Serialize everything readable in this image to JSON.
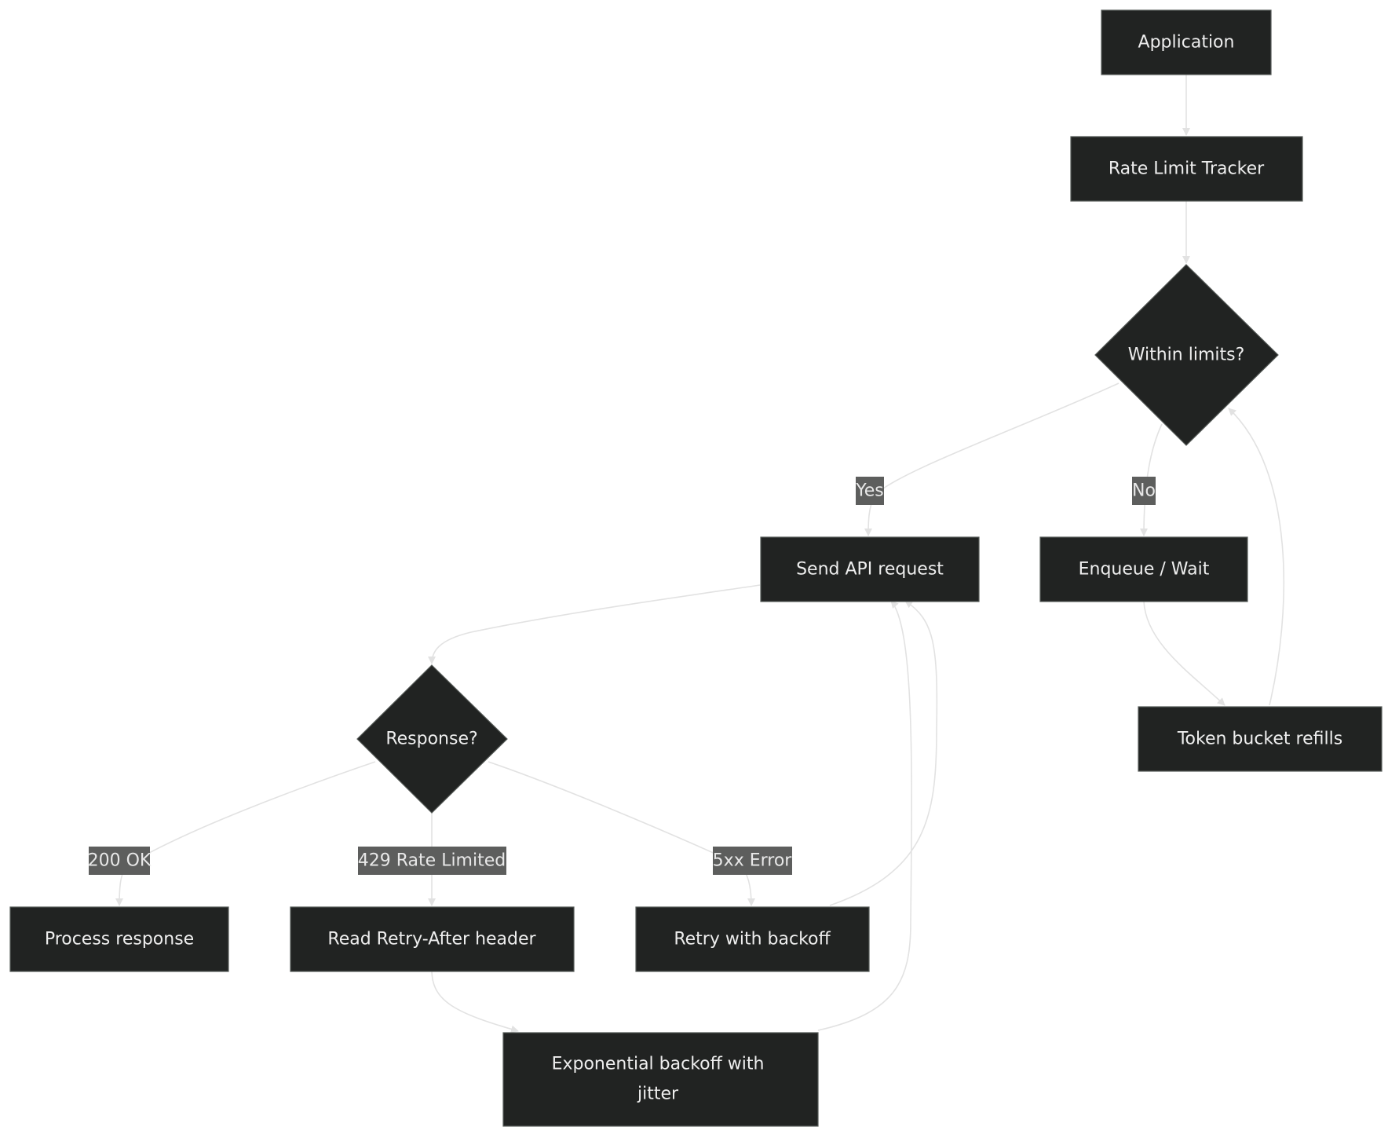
{
  "nodes": {
    "application": "Application",
    "tracker": "Rate Limit Tracker",
    "within_limits": "Within limits?",
    "send_request": "Send API request",
    "enqueue_wait": "Enqueue / Wait",
    "token_refill": "Token bucket refills",
    "response": "Response?",
    "process_response": "Process response",
    "read_retry_after": "Read Retry-After header",
    "retry_backoff": "Retry with backoff",
    "exp_backoff_line1": "Exponential backoff with",
    "exp_backoff_line2": "jitter"
  },
  "edge_labels": {
    "yes": "Yes",
    "no": "No",
    "ok_200": "200 OK",
    "rate_limited_429": "429 Rate Limited",
    "error_5xx": "5xx Error"
  },
  "colors": {
    "node_fill": "#212322",
    "edge": "#e2e2e2",
    "label_bg": "#5d5e5d",
    "text": "#eeeeee"
  }
}
